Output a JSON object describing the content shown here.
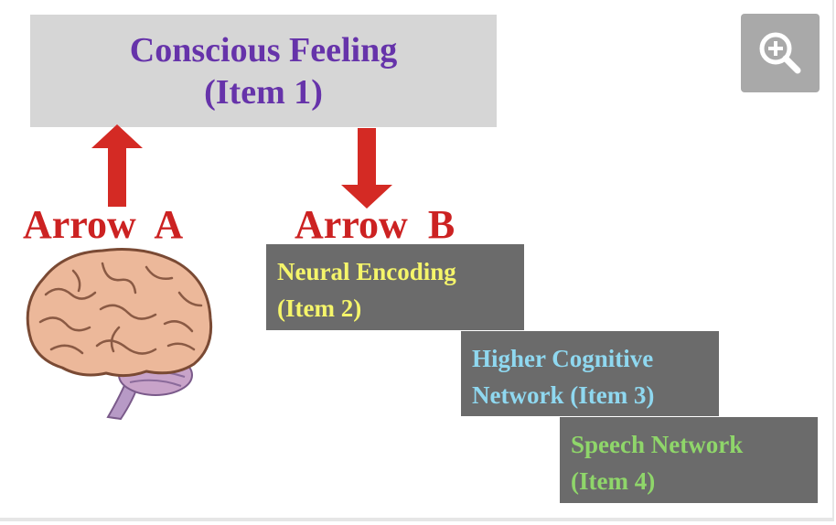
{
  "top_box": {
    "line1": "Conscious Feeling",
    "line2": "(Item 1)"
  },
  "arrow_a_label": "Arrow  A",
  "arrow_b_label": "Arrow  B",
  "boxes": [
    {
      "line1": "Neural Encoding",
      "line2": "(Item 2)",
      "color": "#f5f56a"
    },
    {
      "line1": "Higher Cognitive",
      "line2": "Network (Item 3)",
      "color": "#8fd8f0"
    },
    {
      "line1": "Speech Network",
      "line2": "(Item 4)",
      "color": "#8fd66a"
    }
  ],
  "colors": {
    "title": "#6633aa",
    "arrow": "#cc2222",
    "box_bg": "#6b6b6b",
    "top_bg": "#d6d6d6"
  },
  "zoom_icon": "zoom-in-icon",
  "brain_icon": "brain-illustration"
}
